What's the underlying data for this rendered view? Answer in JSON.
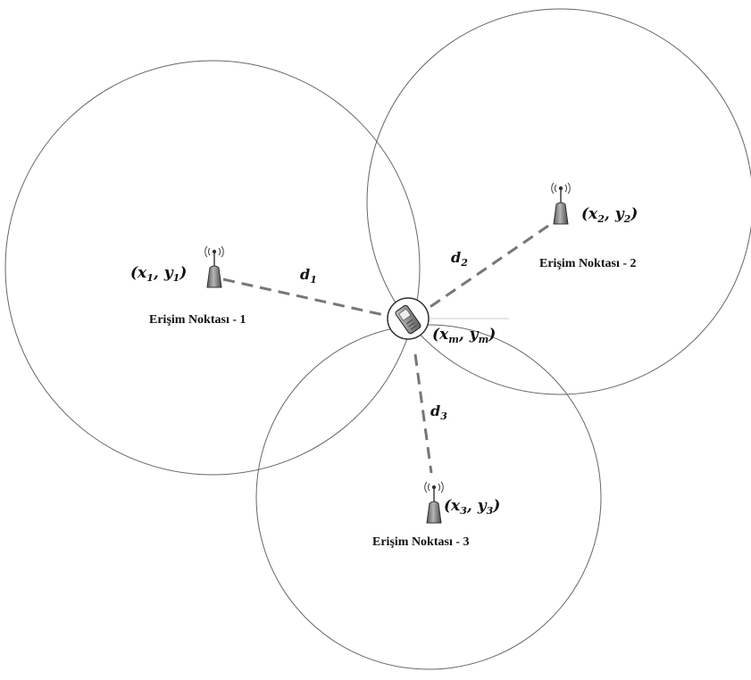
{
  "access_points": [
    {
      "id": "1",
      "label": "Erişim Noktası - 1",
      "coord_var": "x",
      "coord_var2": "y",
      "coord_sub": "1",
      "distance_var": "d",
      "distance_sub": "1"
    },
    {
      "id": "2",
      "label": "Erişim Noktası - 2",
      "coord_var": "x",
      "coord_var2": "y",
      "coord_sub": "2",
      "distance_var": "d",
      "distance_sub": "2"
    },
    {
      "id": "3",
      "label": "Erişim Noktası - 3",
      "coord_var": "x",
      "coord_var2": "y",
      "coord_sub": "3",
      "distance_var": "d",
      "distance_sub": "3"
    }
  ],
  "mobile": {
    "coord_var": "x",
    "coord_var2": "y",
    "coord_sub": "m"
  },
  "icons": {
    "access_point": "router-antenna-icon",
    "mobile": "mobile-phone-icon"
  }
}
